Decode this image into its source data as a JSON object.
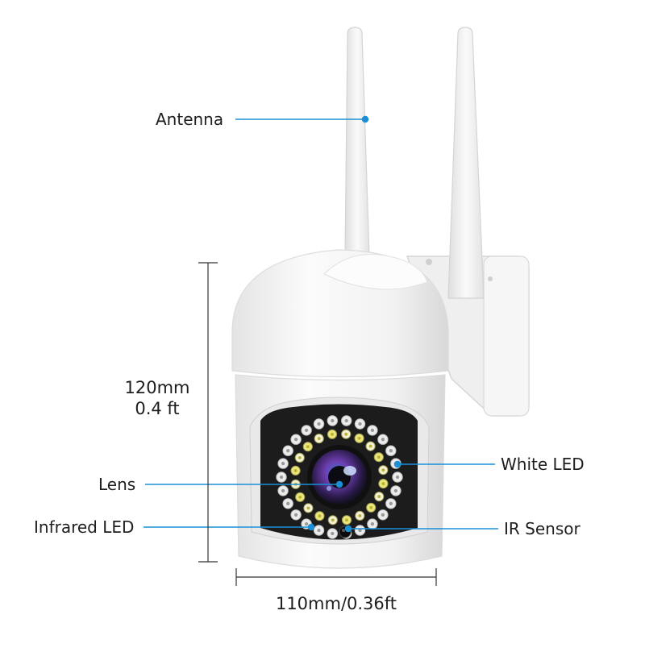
{
  "callouts": {
    "antenna": "Antenna",
    "lens": "Lens",
    "infrared_led": "Infrared LED",
    "white_led": "White LED",
    "ir_sensor": "IR Sensor"
  },
  "dimensions": {
    "height_mm": "120mm",
    "height_ft": "0.4 ft",
    "width": "110mm/0.36ft"
  },
  "colors": {
    "callout_line": "#1a8fd6",
    "body": "#f7f7f7",
    "face": "#1c1c1c",
    "white_led": "#f4f1d6",
    "yellow_led": "#ece67a",
    "lens": "#5a3f9e",
    "dimension_line": "#333333"
  }
}
